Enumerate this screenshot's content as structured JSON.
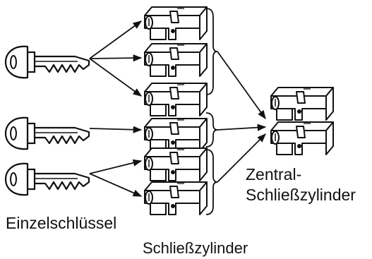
{
  "labels": {
    "keys": "Einzelschlüssel",
    "cylinders": "Schließzylinder",
    "central_line1": "Zentral-",
    "central_line2": "Schließzylinder"
  },
  "colors": {
    "ink": "#111111",
    "fill": "#ffffff"
  },
  "diagram": {
    "keys": 3,
    "cylinders": 6,
    "central_cylinders": 2,
    "key_to_cylinders": [
      [
        0,
        1,
        2
      ],
      [
        3
      ],
      [
        4,
        5
      ]
    ]
  }
}
